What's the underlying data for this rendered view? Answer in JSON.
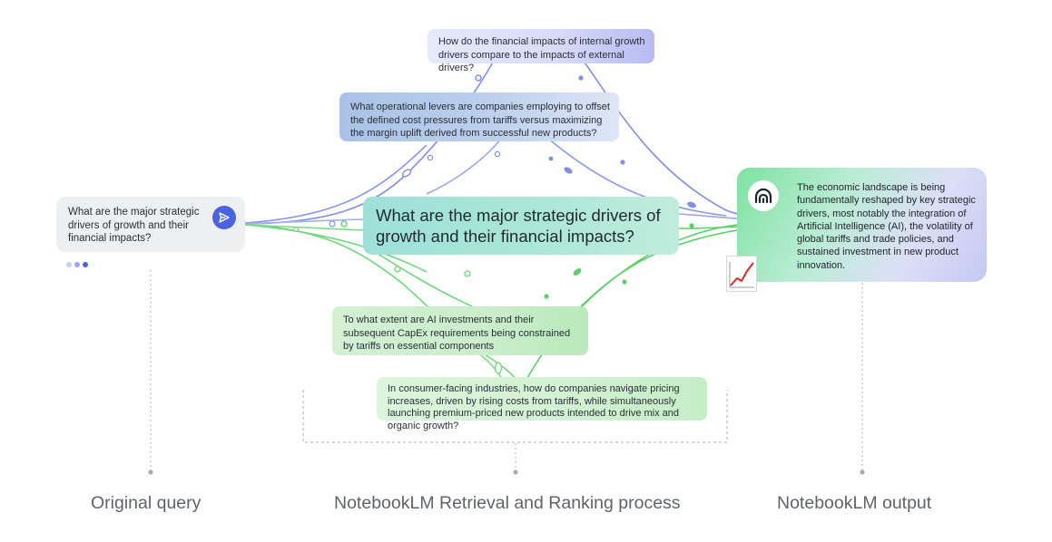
{
  "original_query": {
    "text": "What are the major strategic drivers of growth and their financial impacts?",
    "send_icon": "send-icon"
  },
  "typing_indicator": {
    "colors": [
      "#c9cff5",
      "#9aa7ef",
      "#4b63e0"
    ]
  },
  "sub_queries": {
    "internal_external": "How do the financial impacts of internal growth drivers compare to the impacts of external drivers?",
    "operational_levers": "What operational levers are companies employing to offset the defined cost pressures from tariffs versus maximizing the margin uplift derived from successful new products?",
    "ai_investments": "To what extent are AI investments and their subsequent CapEx requirements being constrained by tariffs on essential components",
    "consumer_facing": "In consumer-facing industries, how do companies navigate pricing increases, driven by rising costs from tariffs, while simultaneously launching premium-priced new products intended to drive mix and organic growth?"
  },
  "main_query": {
    "text": "What are the major strategic drivers of growth and their financial impacts?"
  },
  "output": {
    "text": "The economic landscape is being fundamentally reshaped by key strategic drivers, most notably the integration of Artificial Intelligence (AI), the volatility of global tariffs and trade policies, and sustained investment in new product innovation.",
    "logo_icon": "notebooklm-logo-icon",
    "chart_icon": "line-chart-icon"
  },
  "labels": {
    "original": "Original query",
    "process": "NotebookLM Retrieval and Ranking process",
    "output": "NotebookLM output"
  },
  "colors": {
    "blue_lines": "#7f8fe6",
    "green_lines": "#5ccf68",
    "accent": "#4b63e0",
    "label_text": "#5f6368"
  }
}
